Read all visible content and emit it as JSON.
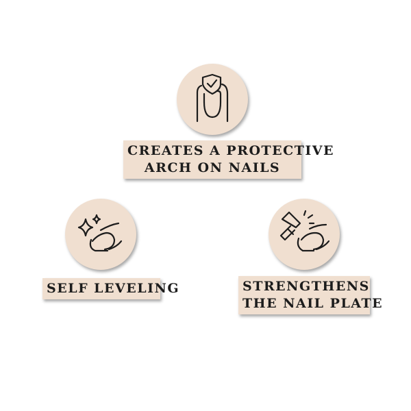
{
  "features": [
    {
      "label_lines": [
        "CREATES A PROTECTIVE",
        "ARCH ON NAILS"
      ],
      "icon": "nail-shield-icon"
    },
    {
      "label_lines": [
        "SELF LEVELING"
      ],
      "icon": "sparkle-nail-icon"
    },
    {
      "label_lines": [
        "STRENGTHENS",
        "THE NAIL PLATE"
      ],
      "icon": "hammer-nail-icon"
    }
  ],
  "colors": {
    "badge_background": "#f0dfd0",
    "ink": "#1c1c1c"
  }
}
